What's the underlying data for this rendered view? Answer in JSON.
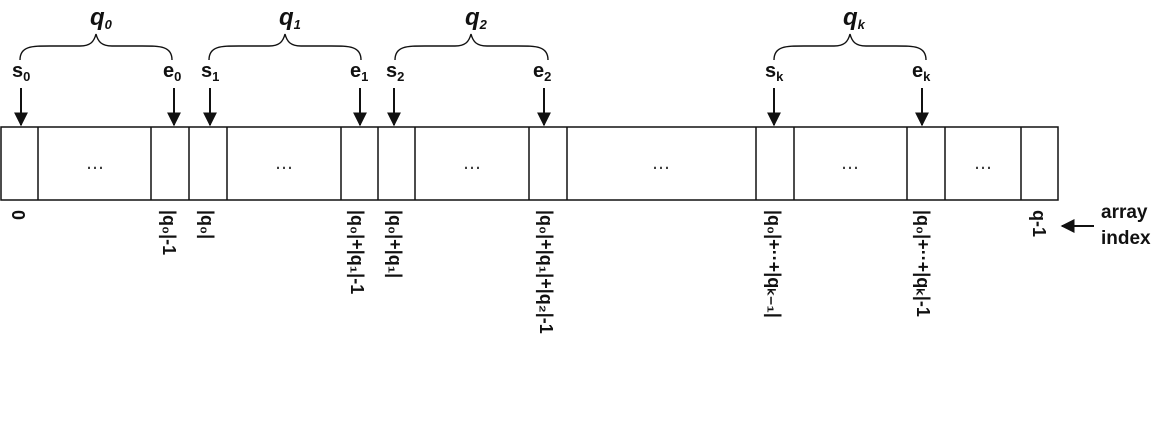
{
  "groups": [
    {
      "id": "q0",
      "base": "q",
      "sub": "0",
      "start_label": "s",
      "start_sub": "0",
      "end_label": "e",
      "end_sub": "0"
    },
    {
      "id": "q1",
      "base": "q",
      "sub": "1",
      "start_label": "s",
      "start_sub": "1",
      "end_label": "e",
      "end_sub": "1"
    },
    {
      "id": "q2",
      "base": "q",
      "sub": "2",
      "start_label": "s",
      "start_sub": "2",
      "end_label": "e",
      "end_sub": "2"
    },
    {
      "id": "qk",
      "base": "q",
      "sub": "k",
      "start_label": "s",
      "start_sub": "k",
      "end_label": "e",
      "end_sub": "k"
    }
  ],
  "ellipsis": "…",
  "index_labels": [
    "0",
    "|q₀|-1",
    "|q₀|",
    "|q₀|+|q₁|-1",
    "|q₀|+|q₁|",
    "|q₀|+|q₁|+|q₂|-1",
    "|q₀|+··+|qₖ₋₁|",
    "|q₀|+··+|qₖ|-1",
    "q-1"
  ],
  "side_label": {
    "line1": "array",
    "line2": "index"
  }
}
